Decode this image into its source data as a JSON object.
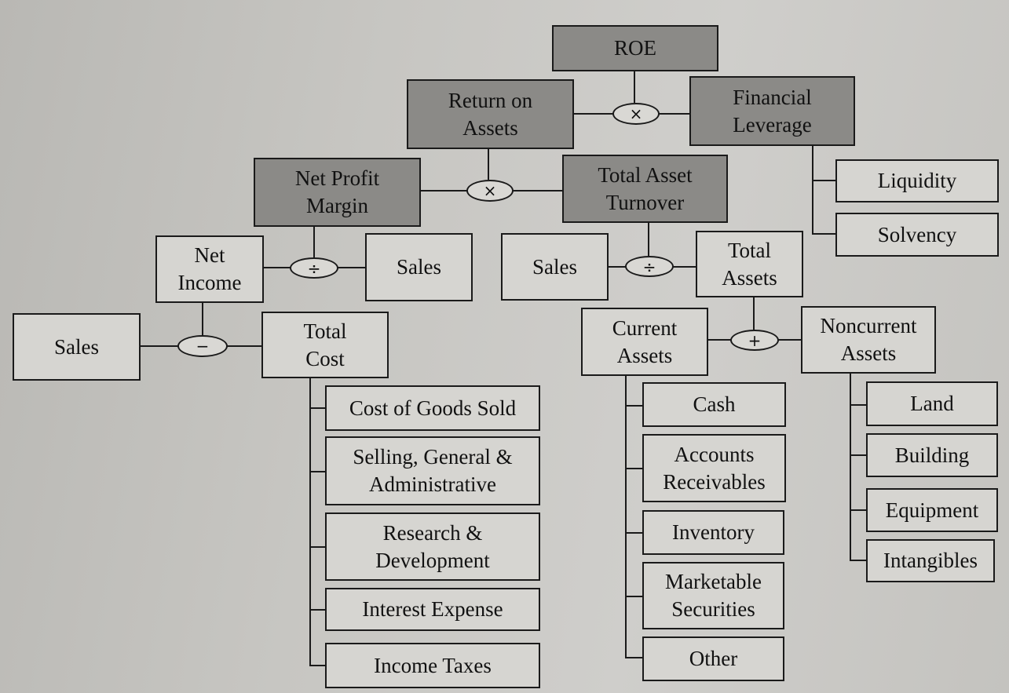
{
  "nodes": {
    "roe": "ROE",
    "return_on_assets": "Return on\nAssets",
    "financial_leverage": "Financial\nLeverage",
    "liquidity": "Liquidity",
    "solvency": "Solvency",
    "net_profit_margin": "Net Profit\nMargin",
    "total_asset_turnover": "Total Asset\nTurnover",
    "net_income": "Net\nIncome",
    "sales_npm": "Sales",
    "sales_tat": "Sales",
    "total_assets": "Total\nAssets",
    "sales_ni": "Sales",
    "total_cost": "Total\nCost",
    "current_assets": "Current\nAssets",
    "noncurrent_assets": "Noncurrent\nAssets",
    "cogs": "Cost of Goods Sold",
    "sga": "Selling, General &\nAdministrative",
    "rd": "Research &\nDevelopment",
    "interest_expense": "Interest Expense",
    "income_taxes": "Income Taxes",
    "cash": "Cash",
    "accounts_receivables": "Accounts\nReceivables",
    "inventory": "Inventory",
    "marketable_securities": "Marketable\nSecurities",
    "other": "Other",
    "land": "Land",
    "building": "Building",
    "equipment": "Equipment",
    "intangibles": "Intangibles"
  },
  "operators": {
    "roe": "×",
    "roa": "×",
    "npm": "÷",
    "tat": "÷",
    "ni": "−",
    "ta": "+"
  }
}
